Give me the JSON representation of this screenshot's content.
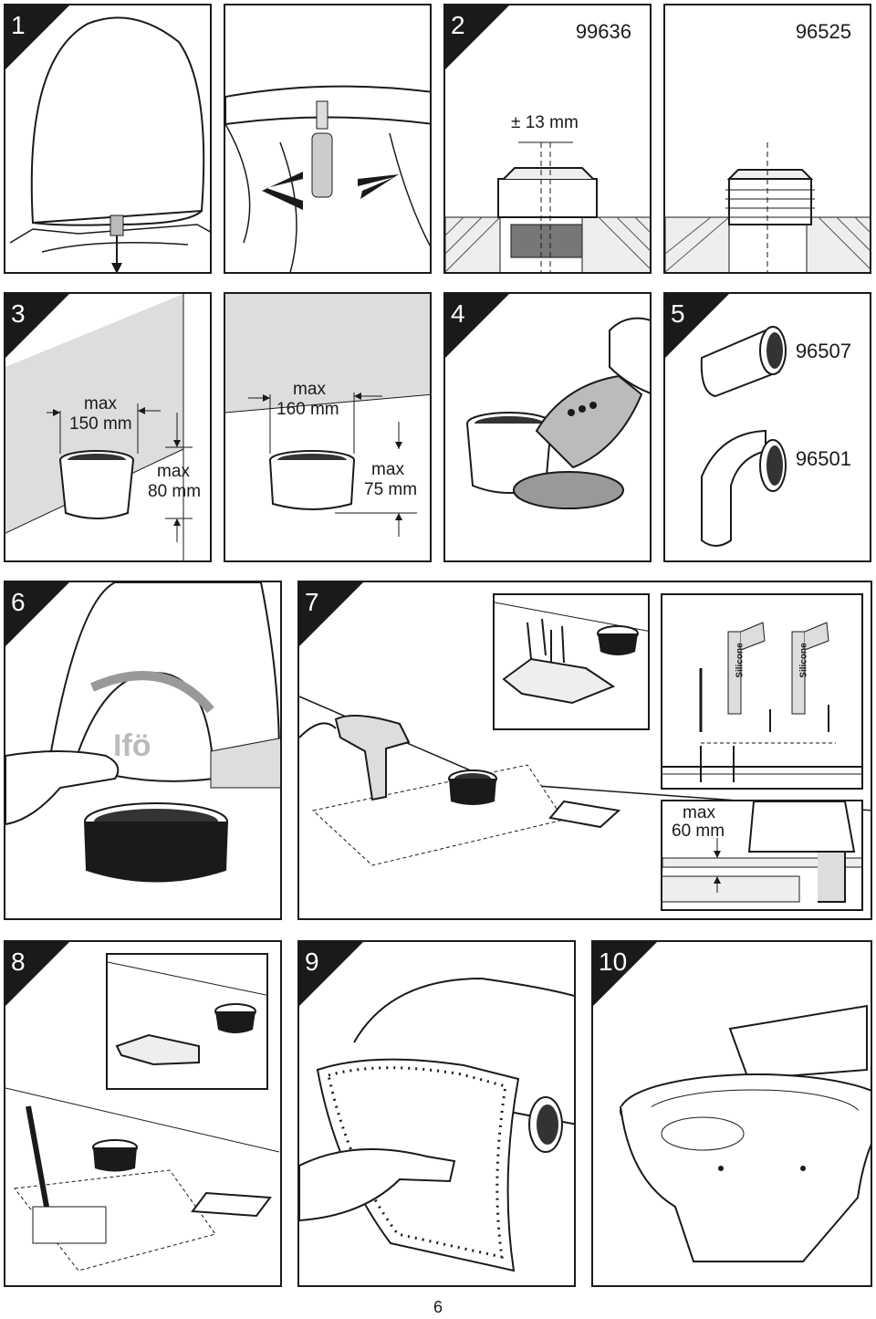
{
  "steps": {
    "s1": "1",
    "s2": "2",
    "s3": "3",
    "s4": "4",
    "s5": "5",
    "s6": "6",
    "s7": "7",
    "s8": "8",
    "s9": "9",
    "s10": "10"
  },
  "step2": {
    "part_a": "99636",
    "part_b": "96525",
    "tolerance": "± 13 mm"
  },
  "step3": {
    "left_width_max": "max",
    "left_width_val": "150 mm",
    "left_height_max": "max",
    "left_height_val": "80 mm",
    "right_width_max": "max",
    "right_width_val": "160 mm",
    "right_height_max": "max",
    "right_height_val": "75 mm"
  },
  "step5": {
    "part_a": "96507",
    "part_b": "96501"
  },
  "step6": {
    "logo": "Ifö"
  },
  "step7": {
    "silicone_a": "Silicone",
    "silicone_b": "Silicone",
    "max": "max",
    "max_val": "60 mm"
  },
  "page_number": "6"
}
